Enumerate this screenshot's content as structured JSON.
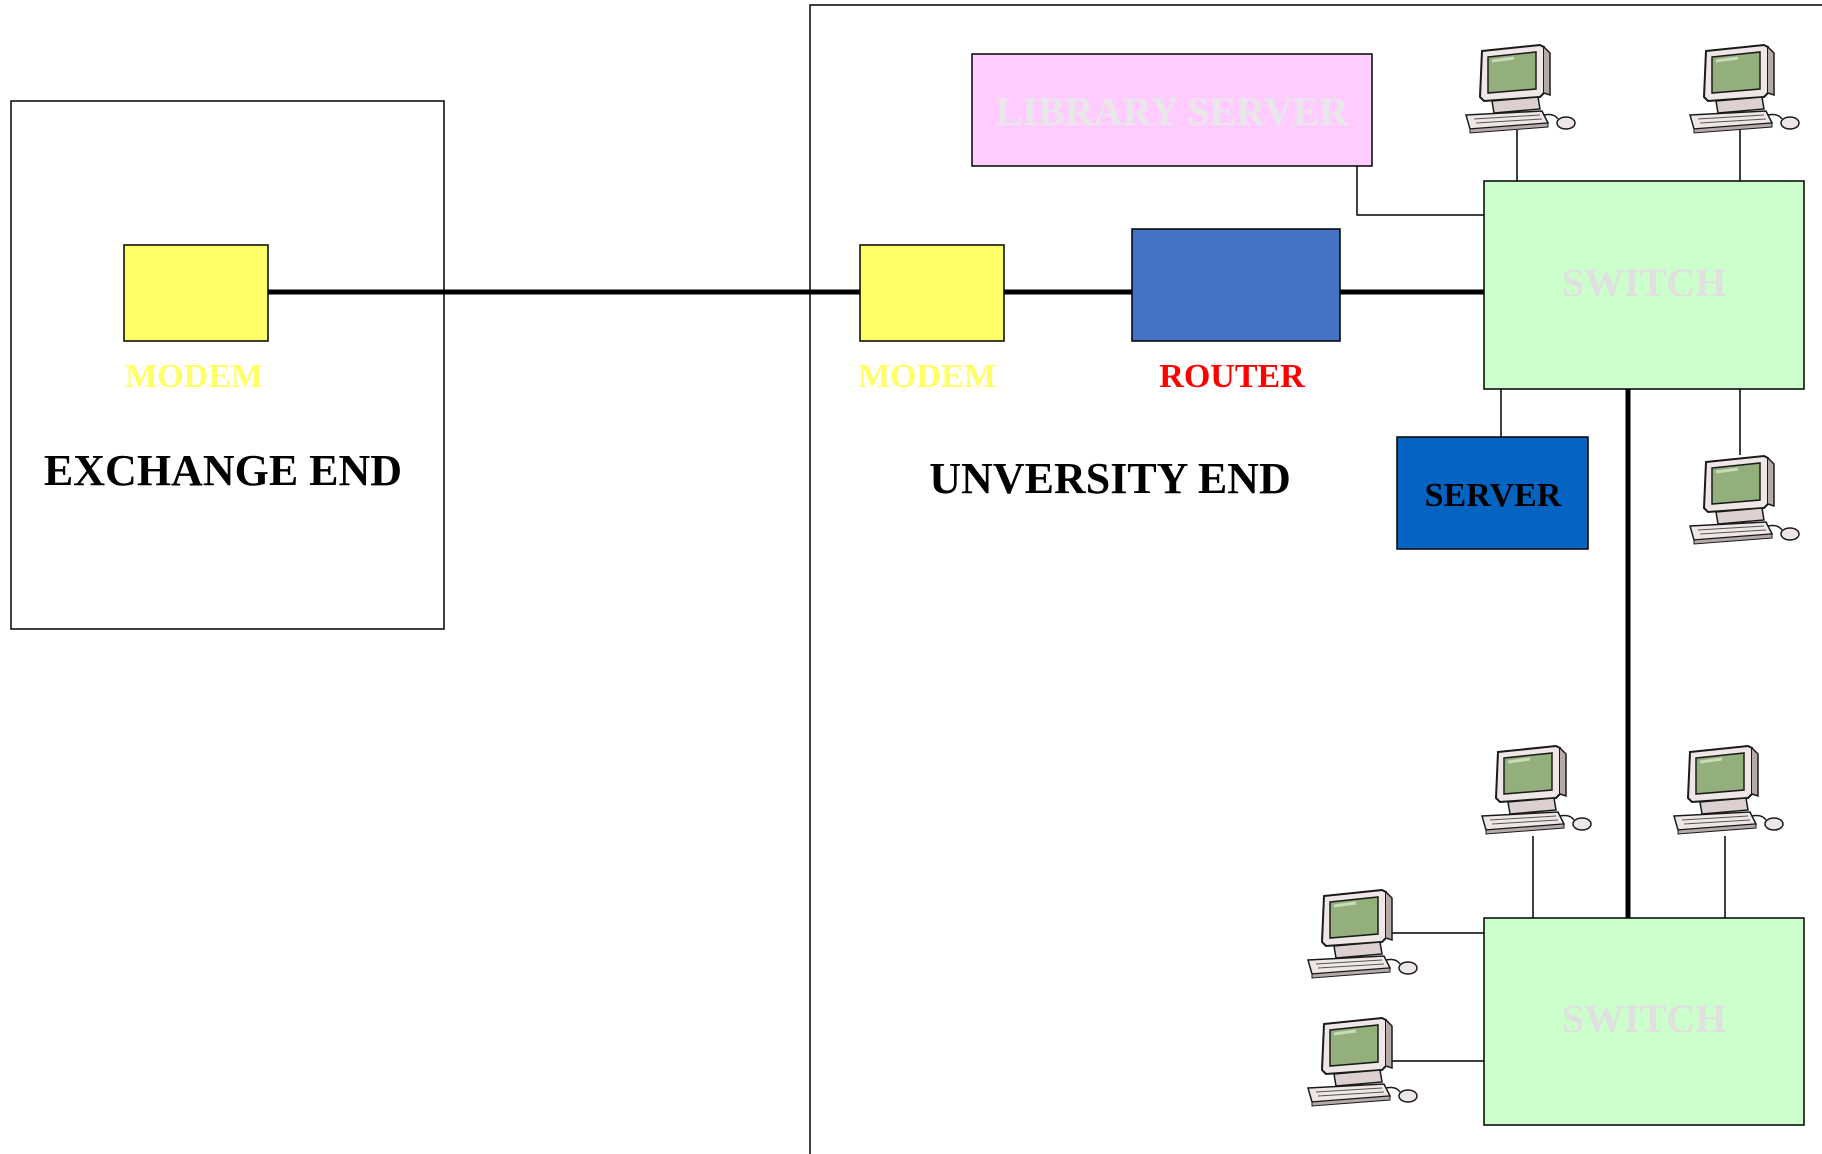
{
  "zones": {
    "exchange": {
      "label": "EXCHANGE END"
    },
    "university": {
      "label": "UNVERSITY END"
    }
  },
  "devices": {
    "exchange_modem": {
      "label": "MODEM",
      "fill": "#ffff66",
      "label_color": "#ffff66"
    },
    "university_modem": {
      "label": "MODEM",
      "fill": "#ffff66",
      "label_color": "#ffff66"
    },
    "router": {
      "label": "ROUTER",
      "fill": "#4472c4",
      "label_color": "#ff0000"
    },
    "server": {
      "label": "SERVER",
      "fill": "#0563c1",
      "label_color": "#000000"
    },
    "library_server": {
      "label": "LIBRARY SERVER",
      "fill": "#ffccff",
      "label_color": "#e8e8e8"
    },
    "switch_top": {
      "label": "SWITCH",
      "fill": "#ccffcc",
      "label_color": "#e0e0e0"
    },
    "switch_bottom": {
      "label": "SWITCH",
      "fill": "#ccffcc",
      "label_color": "#e0e0e0"
    }
  },
  "workstations": [
    {
      "icon": "computer-icon"
    },
    {
      "icon": "computer-icon"
    },
    {
      "icon": "computer-icon"
    },
    {
      "icon": "computer-icon"
    },
    {
      "icon": "computer-icon"
    },
    {
      "icon": "computer-icon"
    },
    {
      "icon": "computer-icon"
    }
  ]
}
